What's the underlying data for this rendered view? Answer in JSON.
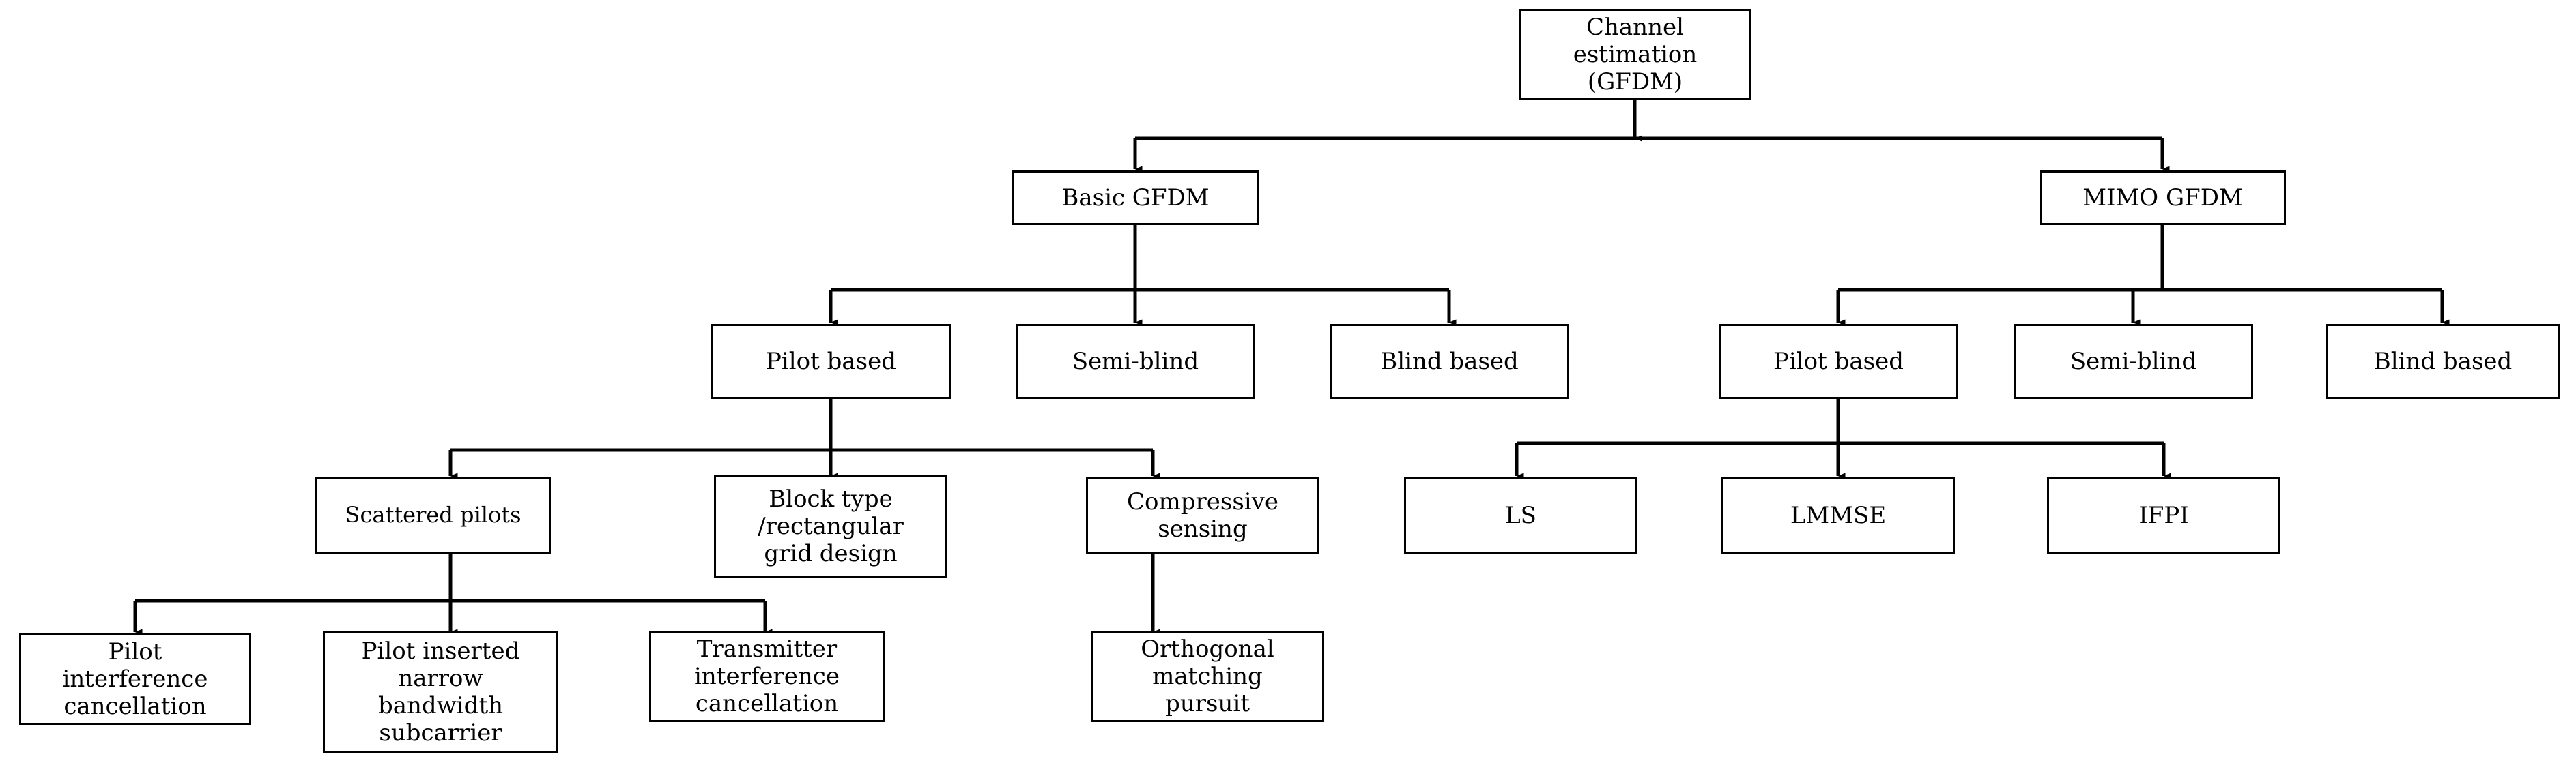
{
  "diagram": {
    "title": "Channel estimation (GFDM) taxonomy",
    "type": "tree-flowchart",
    "orientation": "top-down",
    "background_color": "#ffffff",
    "line_color": "#000000",
    "text_color": "#000000",
    "nodes": {
      "root": "Channel\nestimation\n(GFDM)",
      "basic_gfdm": "Basic GFDM",
      "mimo_gfdm": "MIMO GFDM",
      "basic_pilot_based": "Pilot based",
      "basic_semi_blind": "Semi-blind",
      "basic_blind_based": "Blind based",
      "mimo_pilot_based": "Pilot based",
      "mimo_semi_blind": "Semi-blind",
      "mimo_blind_based": "Blind based",
      "scattered_pilots": "Scattered pilots",
      "block_type": "Block type\n/rectangular\ngrid design",
      "compressive_sensing": "Compressive\nsensing",
      "ls": "LS",
      "lmmse": "LMMSE",
      "ifpi": "IFPI",
      "pilot_interference_cancellation": "Pilot\ninterference\ncancellation",
      "pilot_inserted_narrow": "Pilot inserted\nnarrow\nbandwidth\nsubcarrier",
      "transmitter_interference_cancellation": "Transmitter\ninterference\ncancellation",
      "orthogonal_matching_pursuit": "Orthogonal\nmatching\npursuit"
    },
    "edges": [
      {
        "from": "root",
        "to": "basic_gfdm"
      },
      {
        "from": "root",
        "to": "mimo_gfdm"
      },
      {
        "from": "basic_gfdm",
        "to": "basic_pilot_based"
      },
      {
        "from": "basic_gfdm",
        "to": "basic_semi_blind"
      },
      {
        "from": "basic_gfdm",
        "to": "basic_blind_based"
      },
      {
        "from": "mimo_gfdm",
        "to": "mimo_pilot_based"
      },
      {
        "from": "mimo_gfdm",
        "to": "mimo_semi_blind"
      },
      {
        "from": "mimo_gfdm",
        "to": "mimo_blind_based"
      },
      {
        "from": "basic_pilot_based",
        "to": "scattered_pilots"
      },
      {
        "from": "basic_pilot_based",
        "to": "block_type"
      },
      {
        "from": "basic_pilot_based",
        "to": "compressive_sensing"
      },
      {
        "from": "mimo_pilot_based",
        "to": "ls"
      },
      {
        "from": "mimo_pilot_based",
        "to": "lmmse"
      },
      {
        "from": "mimo_pilot_based",
        "to": "ifpi"
      },
      {
        "from": "scattered_pilots",
        "to": "pilot_interference_cancellation"
      },
      {
        "from": "scattered_pilots",
        "to": "pilot_inserted_narrow"
      },
      {
        "from": "scattered_pilots",
        "to": "transmitter_interference_cancellation"
      },
      {
        "from": "compressive_sensing",
        "to": "orthogonal_matching_pursuit"
      }
    ]
  }
}
